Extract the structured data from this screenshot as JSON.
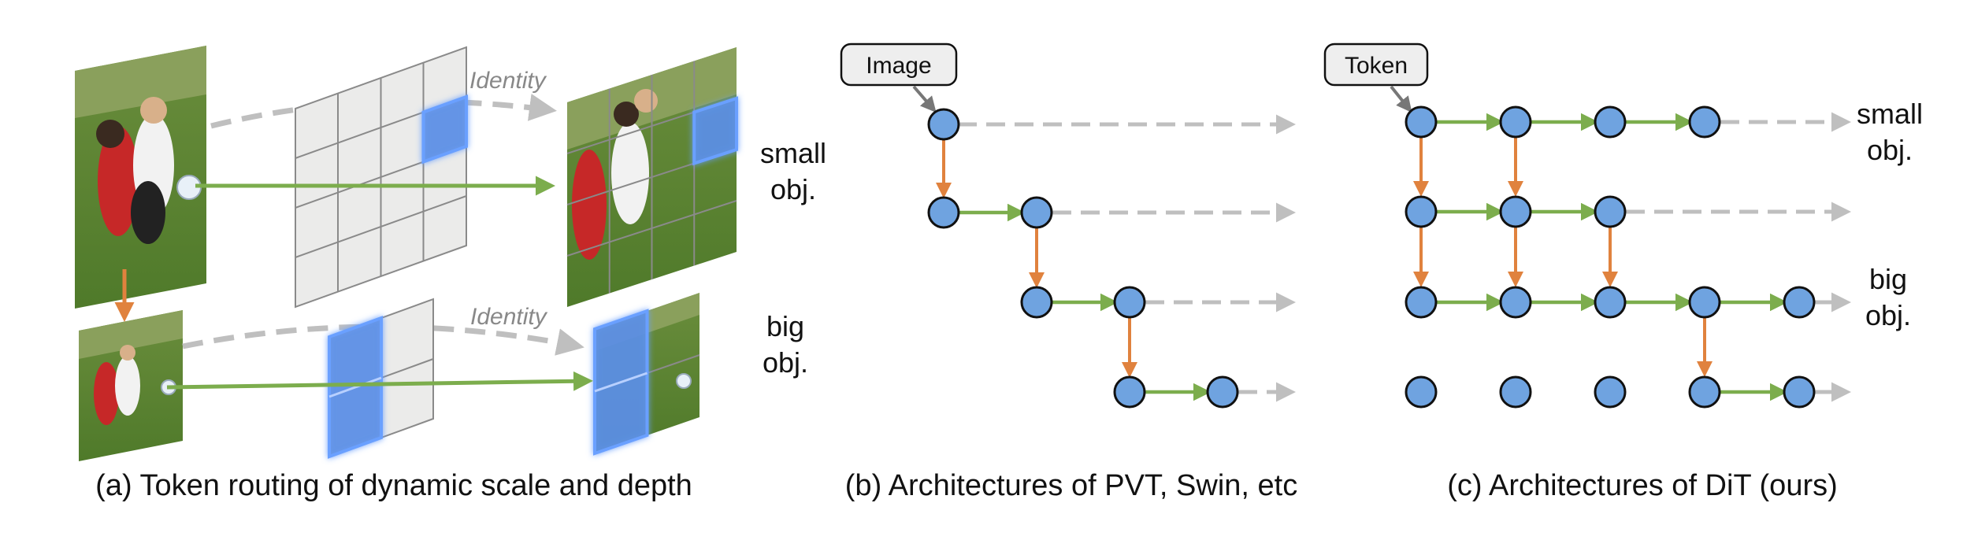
{
  "panel_a": {
    "caption": "(a) Token routing of dynamic scale and depth",
    "identity_top": "Identity",
    "identity_bottom": "Identity",
    "label_small_line1": "small",
    "label_small_line2": "obj.",
    "label_big_line1": "big",
    "label_big_line2": "obj."
  },
  "panel_b": {
    "caption": "(b) Architectures of PVT, Swin, etc",
    "input_label": "Image"
  },
  "panel_c": {
    "caption": "(c) Architectures of DiT (ours)",
    "input_label": "Token",
    "label_small_line1": "small",
    "label_small_line2": "obj.",
    "label_big_line1": "big",
    "label_big_line2": "obj."
  },
  "colors": {
    "node_fill": "#6fa3e0",
    "node_stroke": "#111111",
    "route_green": "#7cad4d",
    "down_orange": "#e0823e",
    "identity_gray": "#bfbfbf",
    "highlight_blue": "#5b8fe6"
  }
}
